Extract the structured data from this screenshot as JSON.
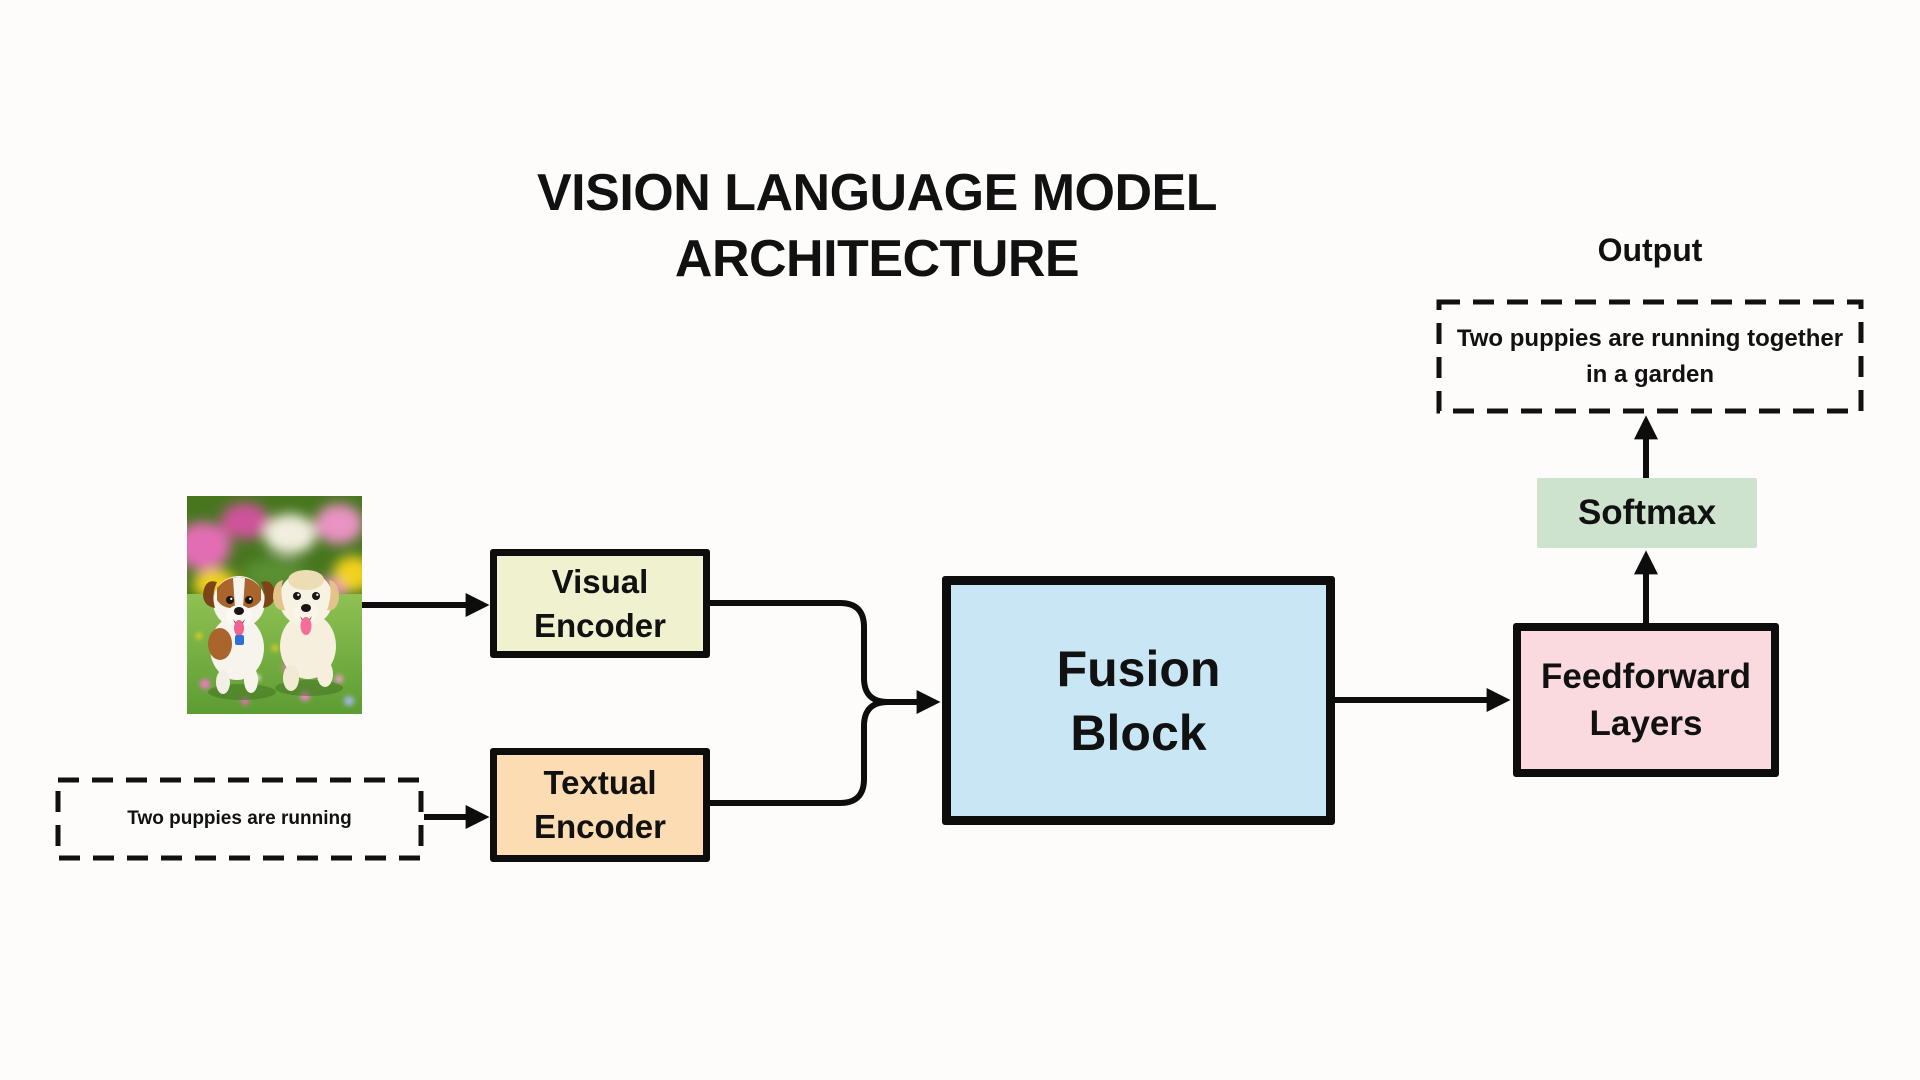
{
  "page": {
    "background_color": "#fdfcfb",
    "diagram_type": "flowchart"
  },
  "title": {
    "text": "VISION LANGUAGE MODEL\nARCHITECTURE"
  },
  "inputs": {
    "image_input": {
      "description": "photo of two puppies running through a garden of pink and yellow flowers"
    },
    "text_input": {
      "text": "Two puppies are running",
      "border_style": "dashed",
      "border_color": "#111111"
    }
  },
  "nodes": {
    "visual_encoder": {
      "label": "Visual\nEncoder",
      "fill": "#f0f2cf",
      "border": "#0d0d0d"
    },
    "textual_encoder": {
      "label": "Textual\nEncoder",
      "fill": "#fcdcb2",
      "border": "#0d0d0d"
    },
    "fusion_block": {
      "label": "Fusion\nBlock",
      "fill": "#c9e6f5",
      "border": "#0d0d0d"
    },
    "feedforward_layers": {
      "label": "Feedforward\nLayers",
      "fill": "#fadade",
      "border": "#0d0d0d"
    },
    "softmax": {
      "label": "Softmax",
      "fill": "#cde3cd"
    }
  },
  "output": {
    "label": "Output",
    "text": "Two puppies are running together\nin a garden",
    "border_style": "dashed",
    "border_color": "#111111"
  },
  "connectors": {
    "color": "#0d0d0d",
    "stroke_width": 6,
    "edges": [
      "image-input -> visual-encoder",
      "text-input -> textual-encoder",
      "visual-encoder + textual-encoder -> fusion-block",
      "fusion-block -> feedforward-layers",
      "feedforward-layers -> softmax",
      "softmax -> output-box"
    ]
  }
}
